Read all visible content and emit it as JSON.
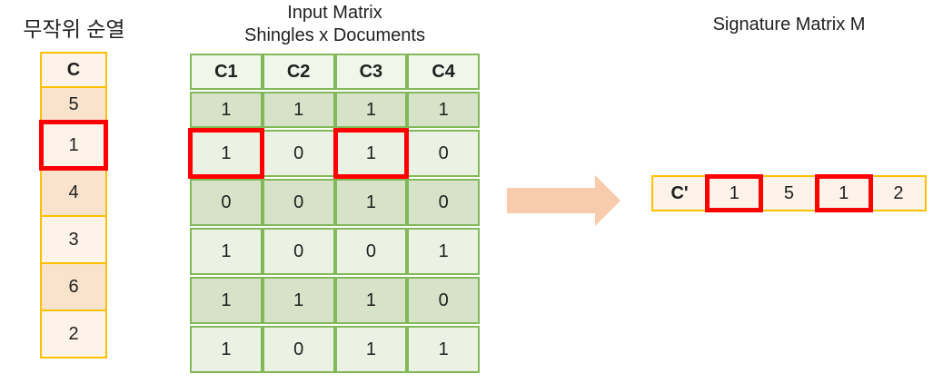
{
  "colors": {
    "accent-gold": "#FFC000",
    "peach-light": "#FDF3E9",
    "peach-dark": "#FAE3CD",
    "green-border": "#82B958",
    "green-header": "#F1F6EB",
    "green-light": "#ECF2E3",
    "green-dark": "#D6E3C8",
    "arrow": "#F8CBAD",
    "highlight-red": "#FF0000",
    "text": "#1F1F1F"
  },
  "left_panel": {
    "title": "무작위 순열",
    "header": "C",
    "rows": [
      {
        "value": "5",
        "shade": "dark",
        "highlight": false
      },
      {
        "value": "1",
        "shade": "light",
        "highlight": true
      },
      {
        "value": "4",
        "shade": "dark",
        "highlight": false
      },
      {
        "value": "3",
        "shade": "light",
        "highlight": false
      },
      {
        "value": "6",
        "shade": "dark",
        "highlight": false
      },
      {
        "value": "2",
        "shade": "light",
        "highlight": false
      }
    ]
  },
  "input_matrix": {
    "title_line1": "Input Matrix",
    "title_line2": "Shingles x Documents",
    "headers": [
      "C1",
      "C2",
      "C3",
      "C4"
    ],
    "rows": [
      {
        "values": [
          "1",
          "1",
          "1",
          "1"
        ],
        "shade": "dark",
        "highlights": [
          false,
          false,
          false,
          false
        ]
      },
      {
        "values": [
          "1",
          "0",
          "1",
          "0"
        ],
        "shade": "light",
        "highlights": [
          true,
          false,
          true,
          false
        ]
      },
      {
        "values": [
          "0",
          "0",
          "1",
          "0"
        ],
        "shade": "dark",
        "highlights": [
          false,
          false,
          false,
          false
        ]
      },
      {
        "values": [
          "1",
          "0",
          "0",
          "1"
        ],
        "shade": "light",
        "highlights": [
          false,
          false,
          false,
          false
        ]
      },
      {
        "values": [
          "1",
          "1",
          "1",
          "0"
        ],
        "shade": "dark",
        "highlights": [
          false,
          false,
          false,
          false
        ]
      },
      {
        "values": [
          "1",
          "0",
          "1",
          "1"
        ],
        "shade": "light",
        "highlights": [
          false,
          false,
          false,
          false
        ]
      }
    ]
  },
  "signature_matrix": {
    "title": "Signature Matrix M",
    "header": "C'",
    "cells": [
      {
        "value": "1",
        "highlight": true
      },
      {
        "value": "5",
        "highlight": false
      },
      {
        "value": "1",
        "highlight": true
      },
      {
        "value": "2",
        "highlight": false
      }
    ]
  }
}
